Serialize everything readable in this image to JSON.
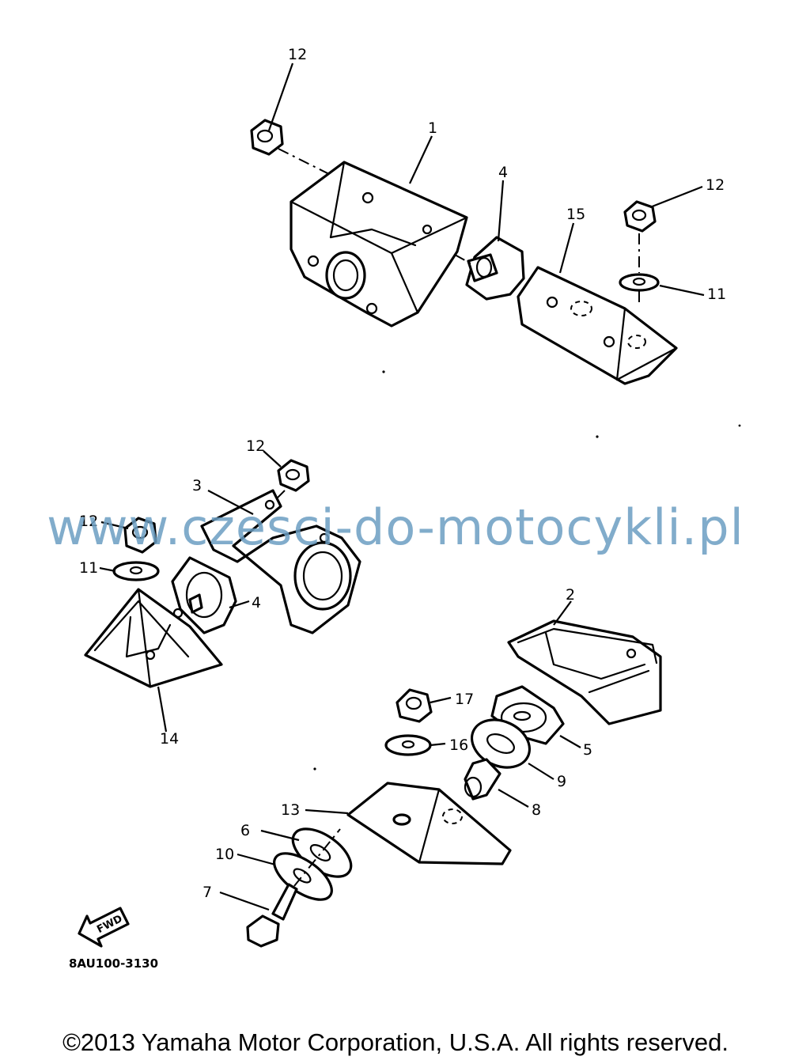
{
  "diagram": {
    "callouts": {
      "c12_top": "12",
      "c1": "1",
      "c4_top": "4",
      "c15": "15",
      "c12_right": "12",
      "c11_right": "11",
      "c12_mid": "12",
      "c3": "3",
      "c12_left": "12",
      "c11_left": "11",
      "c4_mid": "4",
      "c14": "14",
      "c2": "2",
      "c17": "17",
      "c5": "5",
      "c16": "16",
      "c9": "9",
      "c8": "8",
      "c13": "13",
      "c6": "6",
      "c10": "10",
      "c7": "7"
    },
    "fwd_label": "FWD",
    "diagram_code": "8AU100-3130"
  },
  "watermark": "www.czesci-do-motocykli.pl",
  "copyright": "©2013 Yamaha Motor Corporation, U.S.A. All rights reserved."
}
